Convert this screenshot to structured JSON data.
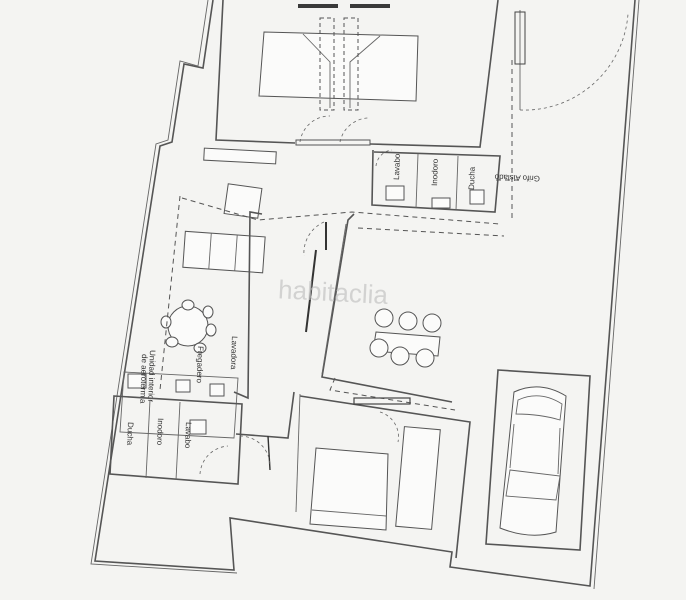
{
  "plan": {
    "watermark": "habitaclia",
    "labels": {
      "ducha_top": "Ducha",
      "lavabo_top": "Lavabo",
      "inodoro_top": "Inodoro",
      "grifo": "Grifo Aislado",
      "fregadero": "Fregadero",
      "lavadora": "Lavadora",
      "unidad_1": "Unidad interior",
      "unidad_2": "de aerotermia",
      "ducha_bottom": "Ducha",
      "inodoro_bottom": "Inodoro",
      "lavabo_bottom": "Lavabo"
    }
  }
}
